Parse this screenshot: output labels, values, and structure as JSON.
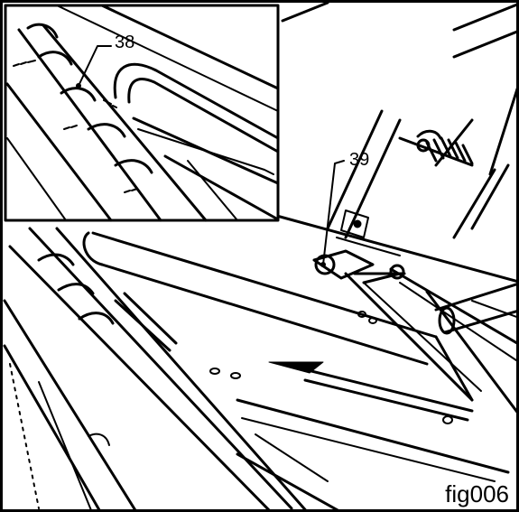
{
  "callouts": {
    "part_38": "38",
    "part_39": "39"
  },
  "figure_label": "fig006",
  "colors": {
    "ink": "#000000",
    "paper": "#ffffff"
  }
}
